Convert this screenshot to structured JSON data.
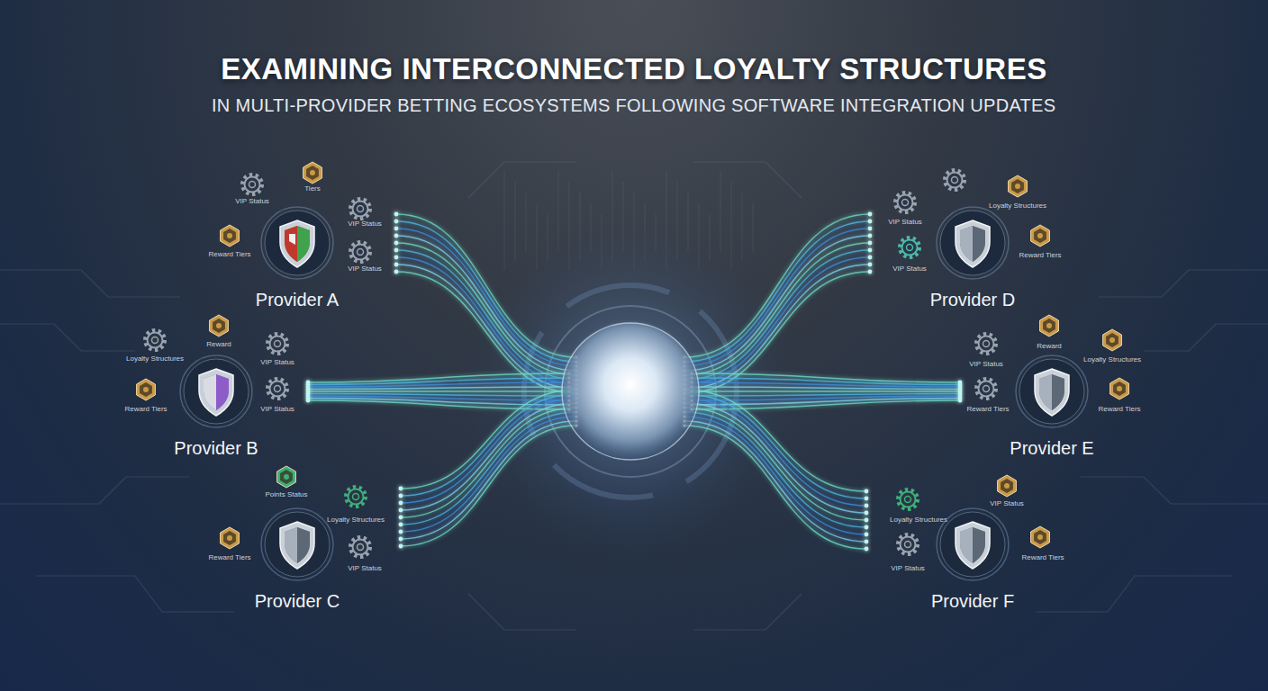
{
  "diagram": {
    "title": "EXAMINING INTERCONNECTED LOYALTY STRUCTURES",
    "nodes": [
      {
        "text": [
          "Provider A"
        ]
      },
      {
        "text": [
          "Provider B"
        ]
      },
      {
        "text": [
          "Provider C"
        ]
      },
      {
        "text": [
          "Provider D"
        ]
      },
      {
        "text": [
          "Provider E"
        ]
      },
      {
        "text": [
          "Provider F"
        ]
      }
    ],
    "labels": [
      "IN MULTI-PROVIDER BETTING ECOSYSTEMS FOLLOWING SOFTWARE INTEGRATION UPDATES",
      "VIP Status",
      "Tiers",
      "Reward Tiers",
      "VIP Status",
      "VIP Status",
      "Loyalty Structures",
      "Reward",
      "VIP Status",
      "Reward Tiers",
      "VIP Status",
      "Points Status",
      "Loyalty Structures",
      "Reward Tiers",
      "VIP Status",
      "Loyalty Structures",
      "VIP Status",
      "VIP Status",
      "Reward Tiers",
      "Reward",
      "Loyalty Structures",
      "VIP Status",
      "Reward Tiers",
      "Reward Tiers",
      "VIP Status",
      "Loyalty Structures",
      "VIP Status",
      "Reward Tiers"
    ]
  }
}
